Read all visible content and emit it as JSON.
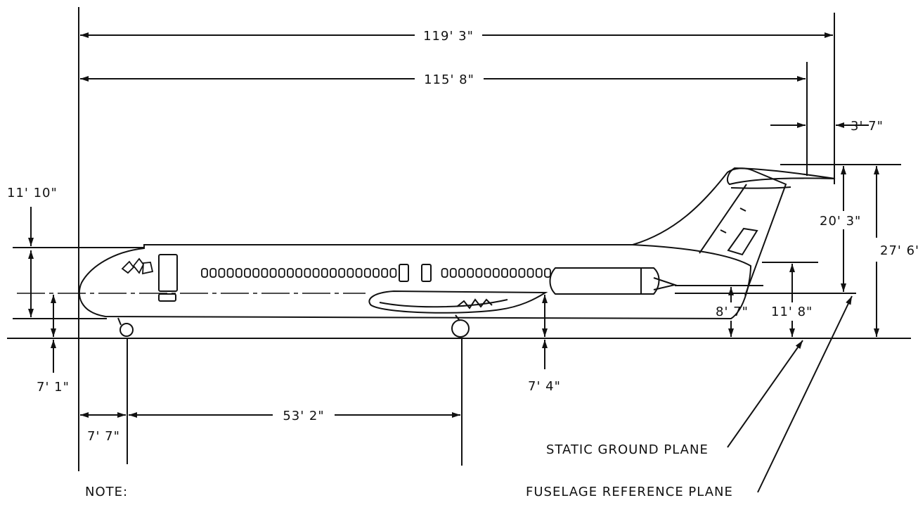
{
  "dimensions": {
    "overall_length": "119' 3\"",
    "fuselage_length": "115' 8\"",
    "tail_overhang": "3' 7\"",
    "fuselage_height": "11' 10\"",
    "nose_height": "7' 1\"",
    "tail_height": "20' 3\"",
    "overall_height": "27' 6\"",
    "engine_centerline": "8' 7\"",
    "engine_top": "11' 8\"",
    "wing_height": "7' 4\"",
    "wheelbase": "53' 2\"",
    "nose_gear_offset": "7' 7\""
  },
  "labels": {
    "ground_plane": "STATIC GROUND PLANE",
    "reference_plane": "FUSELAGE REFERENCE PLANE",
    "note": "NOTE:"
  },
  "colors": {
    "ink": "#111111",
    "paper": "#ffffff"
  }
}
